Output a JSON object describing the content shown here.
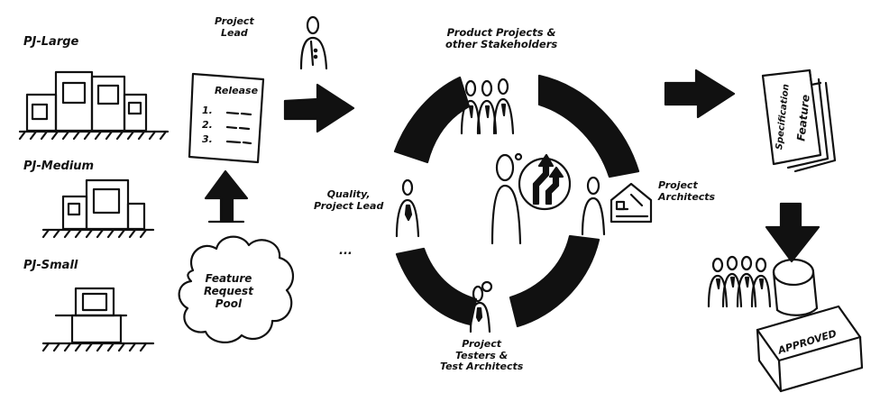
{
  "projects": {
    "large": "PJ-Large",
    "medium": "PJ-Medium",
    "small": "PJ-Small"
  },
  "release_doc": {
    "title": "Release",
    "items": [
      "1.",
      "2.",
      "3."
    ]
  },
  "project_lead_top": "Project\nLead",
  "feature_pool": "Feature\nRequest\nPool",
  "stakeholders": "Product Projects &\nother Stakeholders",
  "quality": "Quality,\nProject Lead",
  "ellipsis": "...",
  "architects": "Project\nArchitects",
  "testers": "Project\nTesters &\nTest Architects",
  "specification": {
    "line1": "Specification",
    "line2": "Feature"
  },
  "stamp_text": "APPROVED",
  "colors": {
    "ink": "#111111",
    "paper": "#ffffff"
  }
}
